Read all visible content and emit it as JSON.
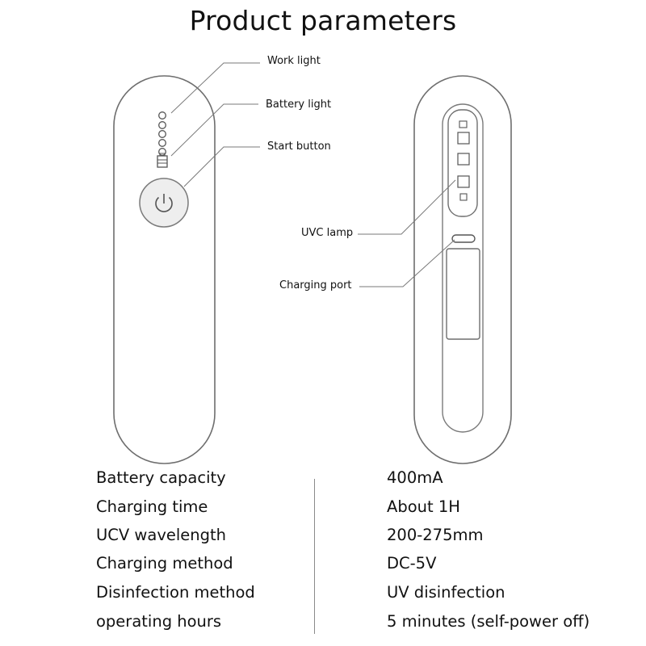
{
  "title": "Product parameters",
  "callouts": {
    "work_light": "Work light",
    "battery_light": "Battery light",
    "start_button": "Start button",
    "uvc_lamp": "UVC lamp",
    "charging_port": "Charging port"
  },
  "specs": [
    {
      "label": "Battery capacity",
      "value": "400mA"
    },
    {
      "label": "Charging time",
      "value": "About 1H"
    },
    {
      "label": "UCV wavelength",
      "value": "200-275mm"
    },
    {
      "label": "Charging method",
      "value": "DC-5V"
    },
    {
      "label": "Disinfection method",
      "value": "UV disinfection"
    },
    {
      "label": "operating hours",
      "value": "5 minutes (self-power off)"
    }
  ],
  "icons": [
    "power-icon",
    "battery-icon"
  ],
  "colors": {
    "outline": "#6e6e6e",
    "leader": "#7a7a7a",
    "text": "#111111"
  }
}
